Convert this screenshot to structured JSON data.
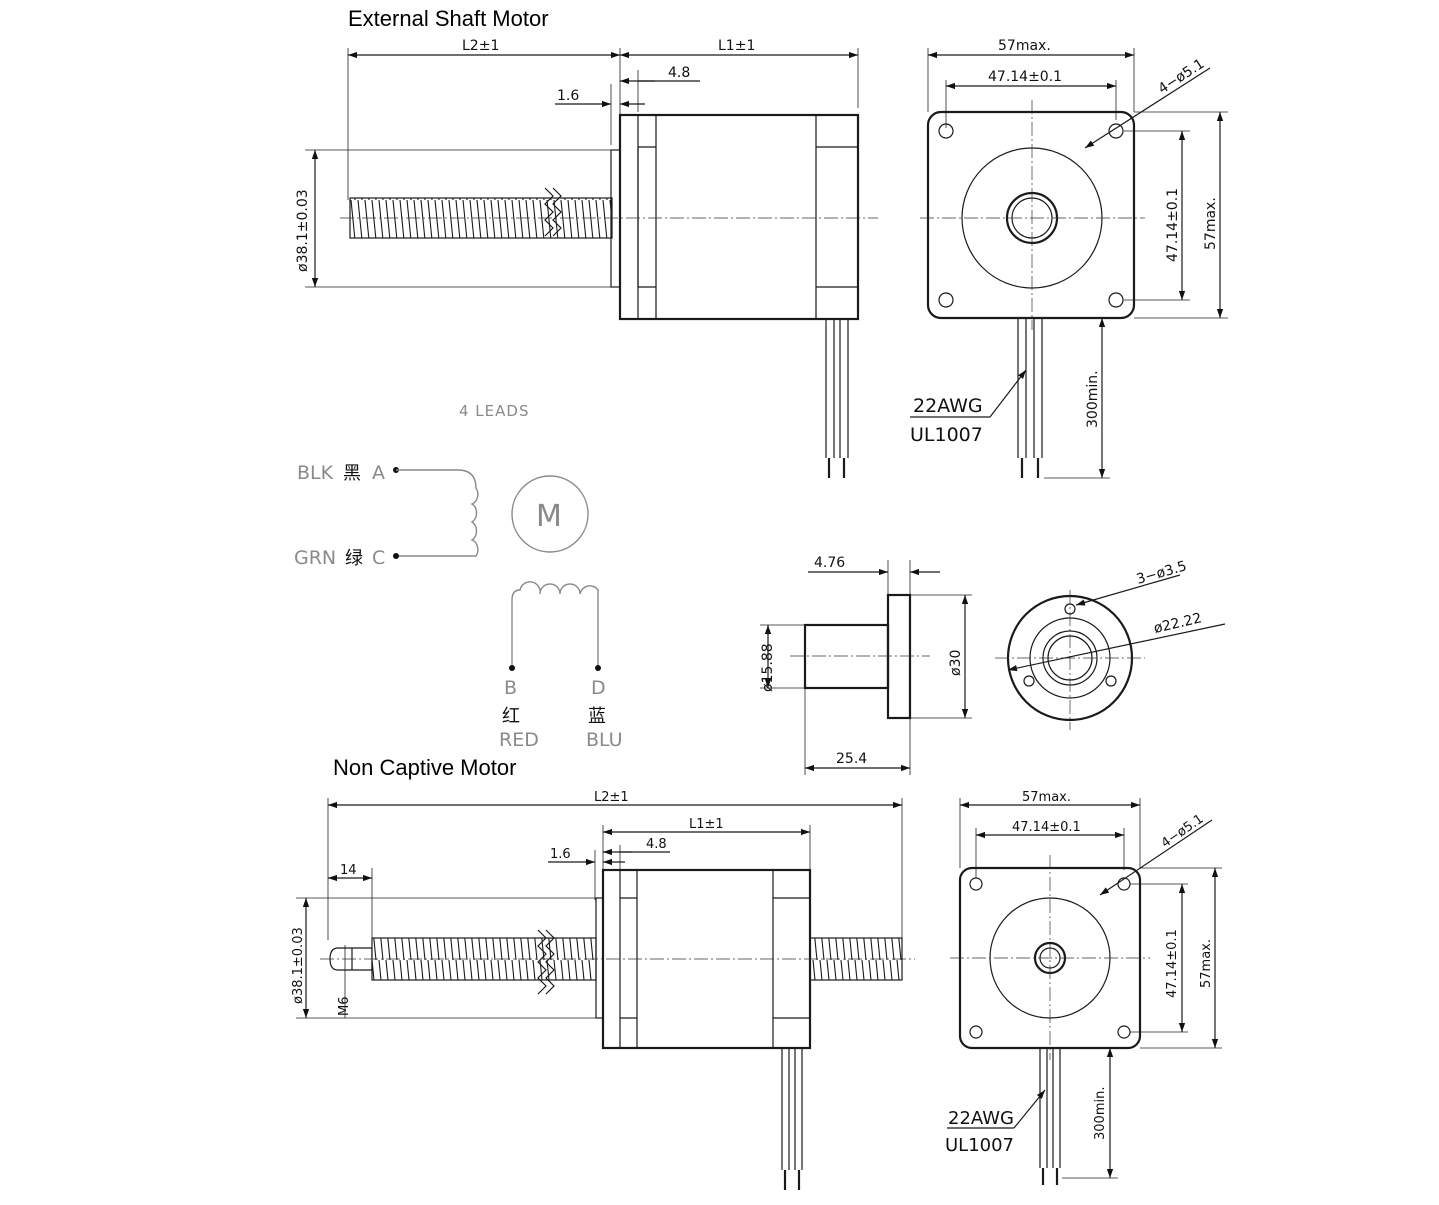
{
  "titles": {
    "external": "External Shaft Motor",
    "noncaptive": "Non Captive Motor"
  },
  "ext": {
    "l2": "L2±1",
    "l1": "L1±1",
    "d48": "4.8",
    "d16": "1.6",
    "dia": "ø38.1±0.03"
  },
  "ext_front": {
    "w": "57max.",
    "hole_spacing": "47.14±0.1",
    "holes": "4−ø5.1",
    "h_spacing": "47.14±0.1",
    "h": "57max.",
    "lead_len": "300min.",
    "awg": "22AWG",
    "ul": "UL1007"
  },
  "wiring": {
    "leads": "4 LEADS",
    "blk_en": "BLK",
    "blk_cn": "黑",
    "blk_pin": "A",
    "grn_en": "GRN",
    "grn_cn": "绿",
    "grn_pin": "C",
    "motor": "M",
    "b_pin": "B",
    "b_cn": "红",
    "b_en": "RED",
    "d_pin": "D",
    "d_cn": "蓝",
    "d_en": "BLU"
  },
  "nut": {
    "flange_t": "4.76",
    "body_d": "ø15.88",
    "flange_d": "ø30",
    "len": "25.4",
    "holes": "3−ø3.5",
    "pcd": "ø22.22"
  },
  "nc": {
    "l2": "L2±1",
    "l1": "L1±1",
    "d16": "1.6",
    "d48": "4.8",
    "d14": "14",
    "dia": "ø38.1±0.03",
    "m6": "M6"
  },
  "nc_front": {
    "w": "57max.",
    "hole_spacing": "47.14±0.1",
    "holes": "4−ø5.1",
    "h_spacing": "47.14±0.1",
    "h": "57max.",
    "lead_len": "300min.",
    "awg": "22AWG",
    "ul": "UL1007"
  }
}
